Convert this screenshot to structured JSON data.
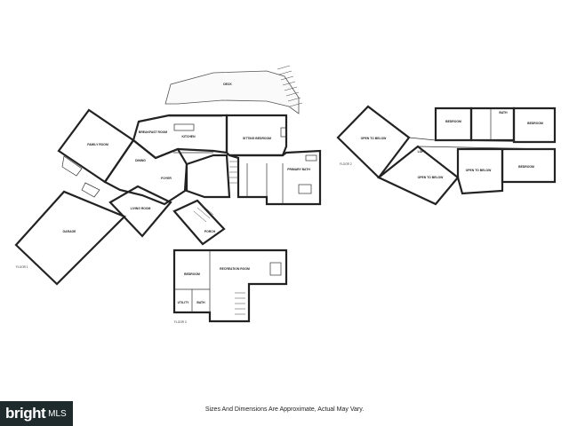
{
  "disclaimer": "Sizes And Dimensions Are Approximate, Actual May Vary.",
  "logo": {
    "primary": "bright",
    "secondary": "MLS"
  },
  "floors": {
    "main": "FLOOR 1",
    "upper": "FLOOR 2",
    "lower": "FLOOR 3"
  },
  "rooms": {
    "deck": "DECK",
    "family_room": "FAMILY ROOM",
    "breakfast_room": "BREAKFAST ROOM",
    "kitchen": "KITCHEN",
    "dining": "DINING",
    "sitting_bedroom": "SITTING BEDROOM",
    "primary_bath": "PRIMARY BATH",
    "garage": "GARAGE",
    "living_room": "LIVING ROOM",
    "foyer": "FOYER",
    "porch": "PORCH",
    "open_below_1": "OPEN TO BELOW",
    "open_below_2": "OPEN TO BELOW",
    "open_below_3": "OPEN TO BELOW",
    "bedroom_1": "BEDROOM",
    "bedroom_2": "BEDROOM",
    "bedroom_3": "BEDROOM",
    "bath_1": "BATH",
    "loft": "LOFT",
    "bedroom_bsmt": "BEDROOM",
    "recreation_room": "RECREATION ROOM",
    "utility": "UTILITY",
    "bath_bsmt": "BATH"
  }
}
